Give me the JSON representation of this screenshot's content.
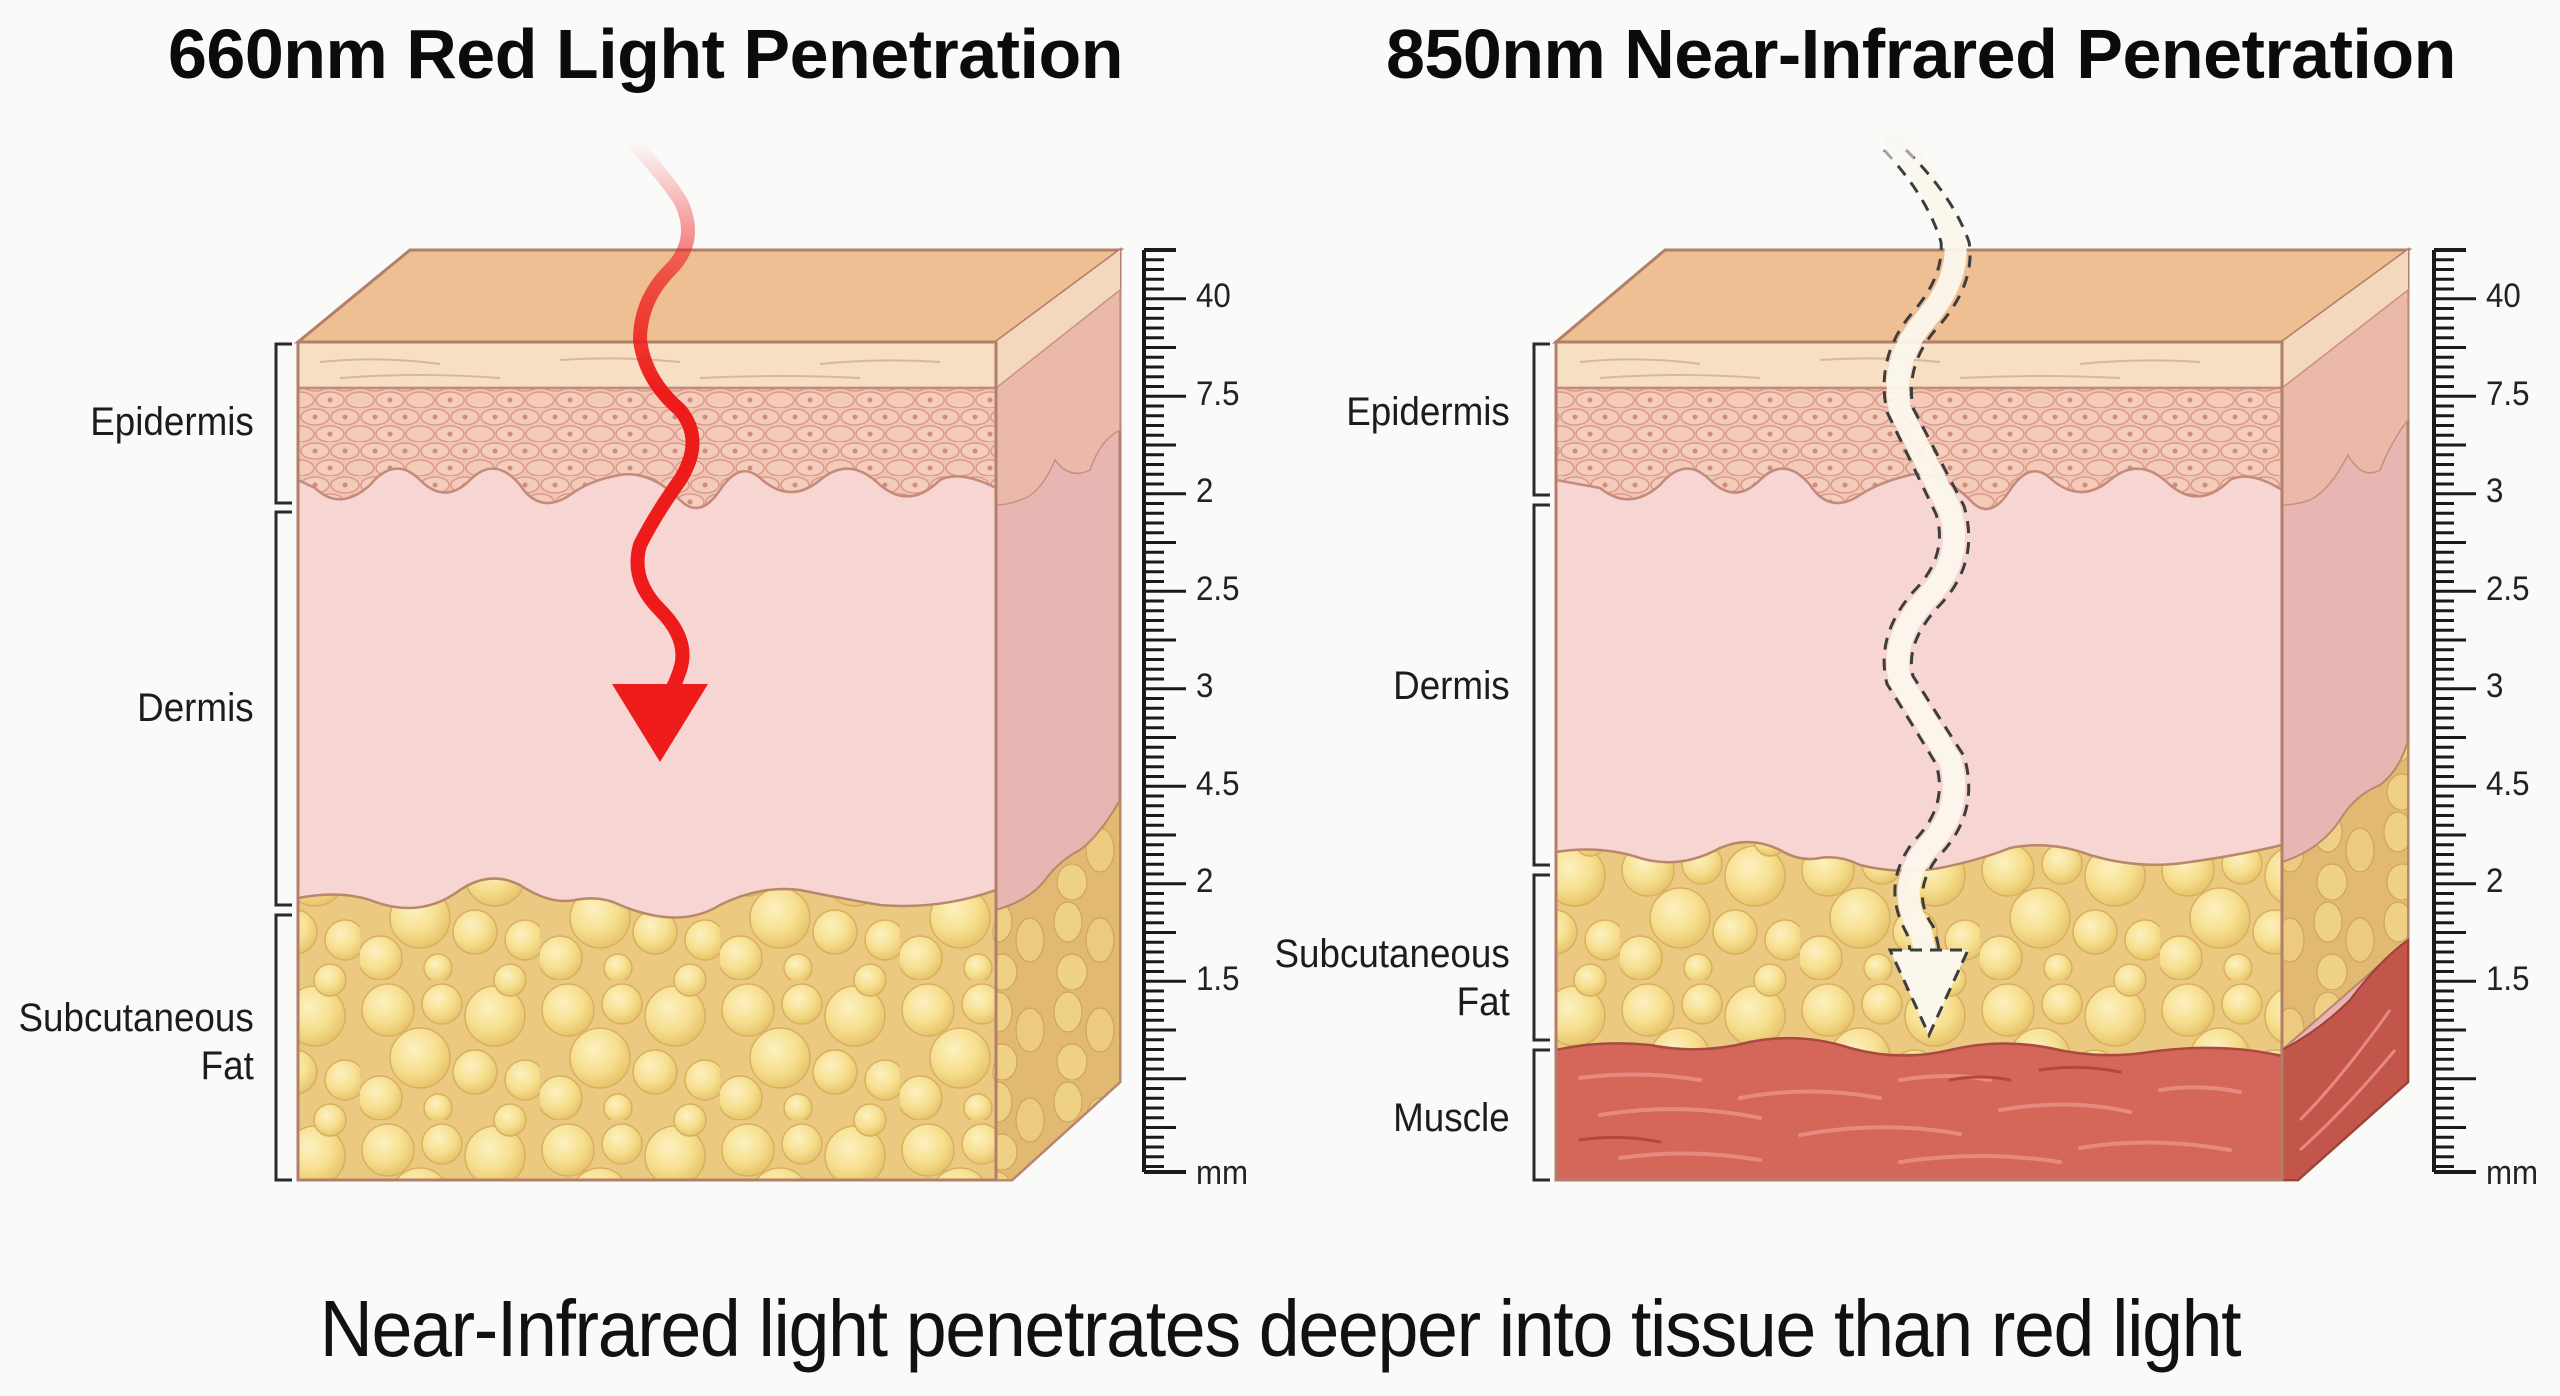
{
  "panels": {
    "left": {
      "title": "660nm Red Light Penetration",
      "wavelength_nm": 660,
      "arrow": {
        "color": "#ee1b1b",
        "style": "solid",
        "ends_in_layer": "Dermis"
      },
      "layers": [
        {
          "label": "Epidermis"
        },
        {
          "label": "Dermis"
        },
        {
          "label": "Subcutaneous\nFat",
          "line1": "Subcutaneous",
          "line2": "Fat"
        }
      ],
      "ruler": {
        "ticks": [
          "40",
          "7.5",
          "2",
          "2.5",
          "3",
          "4.5",
          "2",
          "1.5"
        ],
        "unit": "mm"
      }
    },
    "right": {
      "title": "850nm Near-Infrared Penetration",
      "wavelength_nm": 850,
      "arrow": {
        "color": "#fbf7ec",
        "style": "dashed-outline",
        "ends_in_layer": "Subcutaneous Fat"
      },
      "layers": [
        {
          "label": "Epidermis"
        },
        {
          "label": "Dermis"
        },
        {
          "label": "Subcutaneous\nFat",
          "line1": "Subcutaneous",
          "line2": "Fat"
        },
        {
          "label": "Muscle"
        }
      ],
      "ruler": {
        "ticks": [
          "40",
          "7.5",
          "3",
          "2.5",
          "3",
          "4.5",
          "2",
          "1.5"
        ],
        "unit": "mm"
      }
    }
  },
  "caption": "Near-Infrared light penetrates deeper into tissue than red light",
  "colors": {
    "skin_top": "#eebf93",
    "stratum": "#f7dfc4",
    "epidermis": "#f2c4b4",
    "dermis": "#f6d5d3",
    "dermis_side": "#e8b8b5",
    "fat": "#efd27e",
    "fat_cell": "#f8e49c",
    "muscle": "#d4665a",
    "outline": "#b27f6a",
    "red_arrow": "#ee1b1b"
  }
}
